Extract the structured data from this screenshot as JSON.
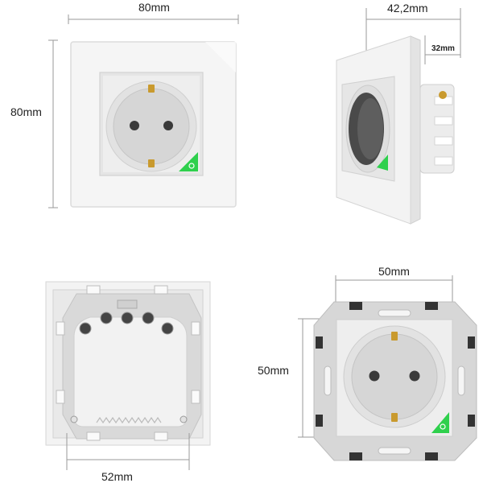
{
  "figure": {
    "top_left": {
      "width_label": "80mm",
      "height_label": "80mm"
    },
    "top_right": {
      "depth_label": "42,2mm",
      "plate_depth_label": "32mm"
    },
    "bottom_left": {
      "width_label": "52mm"
    },
    "bottom_right": {
      "width_label": "50mm",
      "height_label": "50mm"
    }
  },
  "colors": {
    "plate": "#f4f4f4",
    "plate_edge": "#dedede",
    "socket_well": "#d9d9d9",
    "earth_contact": "#c99a2e",
    "power_button": "#2fd04d",
    "metal_frame": "#d4d4d4",
    "module_body": "#ececec",
    "dimension_line": "#9a9a9a"
  }
}
